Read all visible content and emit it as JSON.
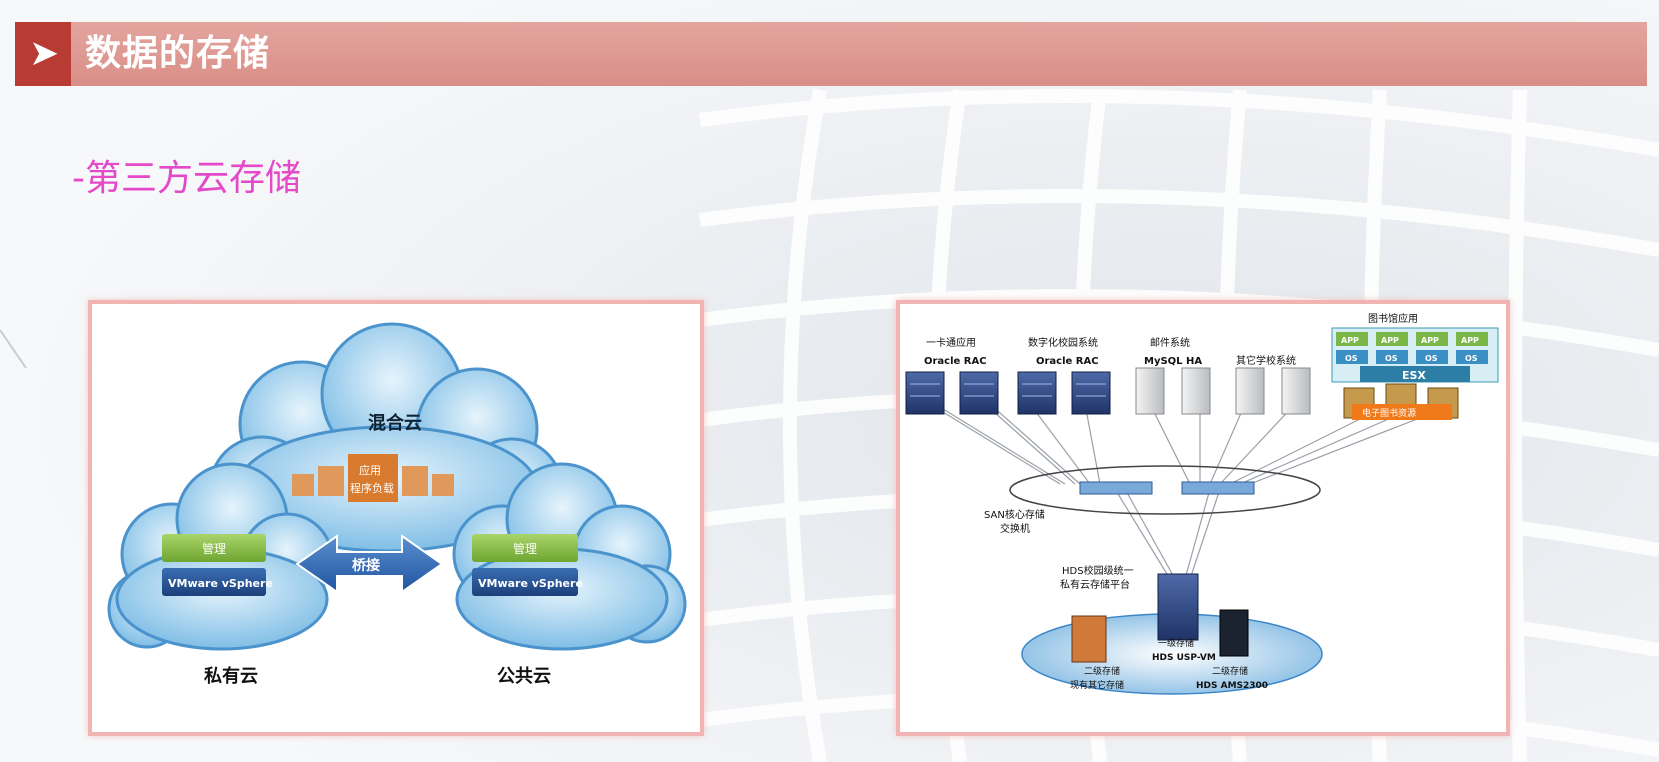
{
  "header": {
    "title": "数据的存储",
    "arrow": "➤"
  },
  "subtitle": "-第三方云存储",
  "hybrid_cloud": {
    "center_label": "混合云",
    "app_label_1": "应用",
    "app_label_2": "程序负载",
    "bridge_label": "桥接",
    "left_manage": "管理",
    "left_vsphere": "VMware vSphere",
    "right_manage": "管理",
    "right_vsphere": "VMware vSphere",
    "private_label": "私有云",
    "public_label": "公共云"
  },
  "network": {
    "sys1_name": "一卡通应用",
    "sys1_db": "Oracle RAC",
    "sys2_name": "数字化校园系统",
    "sys2_db": "Oracle RAC",
    "sys3_name": "邮件系统",
    "sys3_db": "MySQL HA",
    "sys4_name": "其它学校系统",
    "library": "图书馆应用",
    "app": "APP",
    "os": "OS",
    "esx": "ESX",
    "ebook": "电子图书资源",
    "san_1": "SAN核心存储",
    "san_2": "交换机",
    "hds_1": "HDS校园级统一",
    "hds_2": "私有云存储平台",
    "tier1": "一级存储",
    "tier1_model": "HDS USP-VM",
    "tier2_left": "二级存储",
    "tier2_left_sub": "现有其它存储",
    "tier2_right": "二级存储",
    "tier2_right_model": "HDS AMS2300"
  }
}
